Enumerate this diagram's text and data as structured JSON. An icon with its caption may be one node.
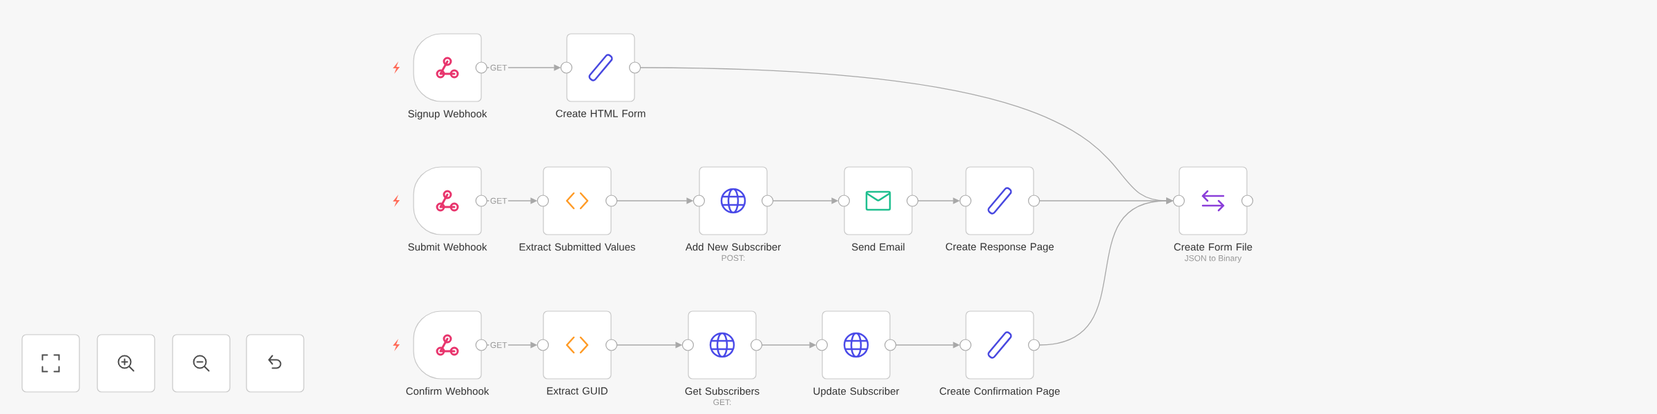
{
  "diagram": {
    "nodes": [
      {
        "text": [
          "Signup Webhook"
        ]
      },
      {
        "text": [
          "Create HTML Form"
        ]
      },
      {
        "text": [
          "Submit Webhook"
        ]
      },
      {
        "text": [
          "Extract Submitted Values"
        ]
      },
      {
        "text": [
          "Add New Subscriber"
        ],
        "beside": [
          "POST:"
        ]
      },
      {
        "text": [
          "Send Email"
        ]
      },
      {
        "text": [
          "Create Response Page"
        ]
      },
      {
        "text": [
          "Create Form File"
        ],
        "beside": [
          "JSON to Binary"
        ]
      },
      {
        "text": [
          "Confirm Webhook"
        ]
      },
      {
        "text": [
          "Extract GUID"
        ]
      },
      {
        "text": [
          "Get Subscribers"
        ],
        "beside": [
          "GET:"
        ]
      },
      {
        "text": [
          "Update Subscriber"
        ]
      },
      {
        "text": [
          "Create Confirmation Page"
        ]
      }
    ],
    "edges": [
      {
        "from": 0,
        "to": 1,
        "arrow": "to",
        "label": "GET"
      },
      {
        "from": 1,
        "to": 7,
        "arrow": "to"
      },
      {
        "from": 2,
        "to": 3,
        "arrow": "to",
        "label": "GET"
      },
      {
        "from": 3,
        "to": 4,
        "arrow": "to"
      },
      {
        "from": 4,
        "to": 5,
        "arrow": "to"
      },
      {
        "from": 5,
        "to": 6,
        "arrow": "to"
      },
      {
        "from": 6,
        "to": 7,
        "arrow": "to"
      },
      {
        "from": 8,
        "to": 9,
        "arrow": "to",
        "label": "GET"
      },
      {
        "from": 9,
        "to": 10,
        "arrow": "to"
      },
      {
        "from": 10,
        "to": 11,
        "arrow": "to"
      },
      {
        "from": 11,
        "to": 12,
        "arrow": "to"
      },
      {
        "from": 12,
        "to": 7,
        "arrow": "to"
      }
    ]
  }
}
